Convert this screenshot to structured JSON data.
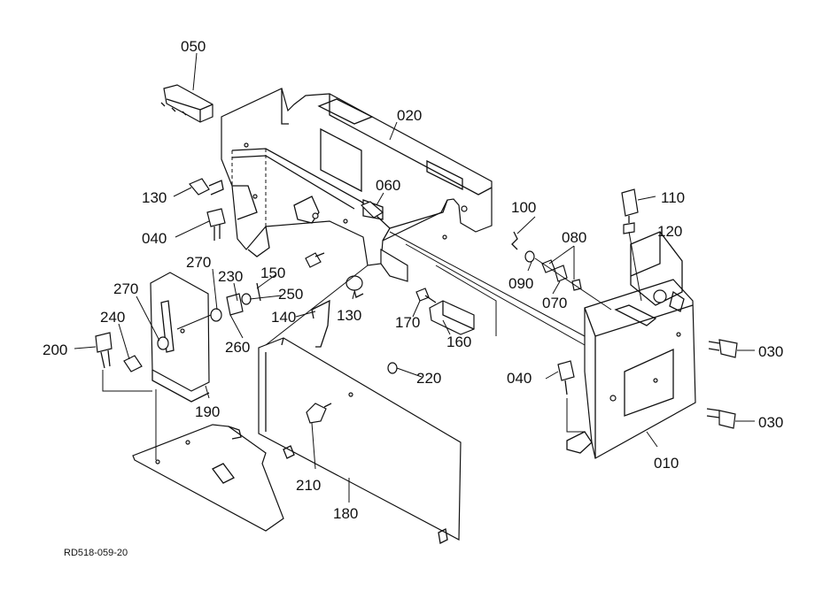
{
  "diagram": {
    "labels": {
      "p010": "010",
      "p020": "020",
      "p030a": "030",
      "p030b": "030",
      "p040a": "040",
      "p040b": "040",
      "p050": "050",
      "p060": "060",
      "p070": "070",
      "p080": "080",
      "p090": "090",
      "p100": "100",
      "p110": "110",
      "p120": "120",
      "p130a": "130",
      "p130b": "130",
      "p140": "140",
      "p150": "150",
      "p160": "160",
      "p170": "170",
      "p180": "180",
      "p190": "190",
      "p200": "200",
      "p210": "210",
      "p220": "220",
      "p230": "230",
      "p240": "240",
      "p250": "250",
      "p260": "260",
      "p270a": "270",
      "p270b": "270"
    },
    "drawing_code": "RD518-059-20"
  }
}
